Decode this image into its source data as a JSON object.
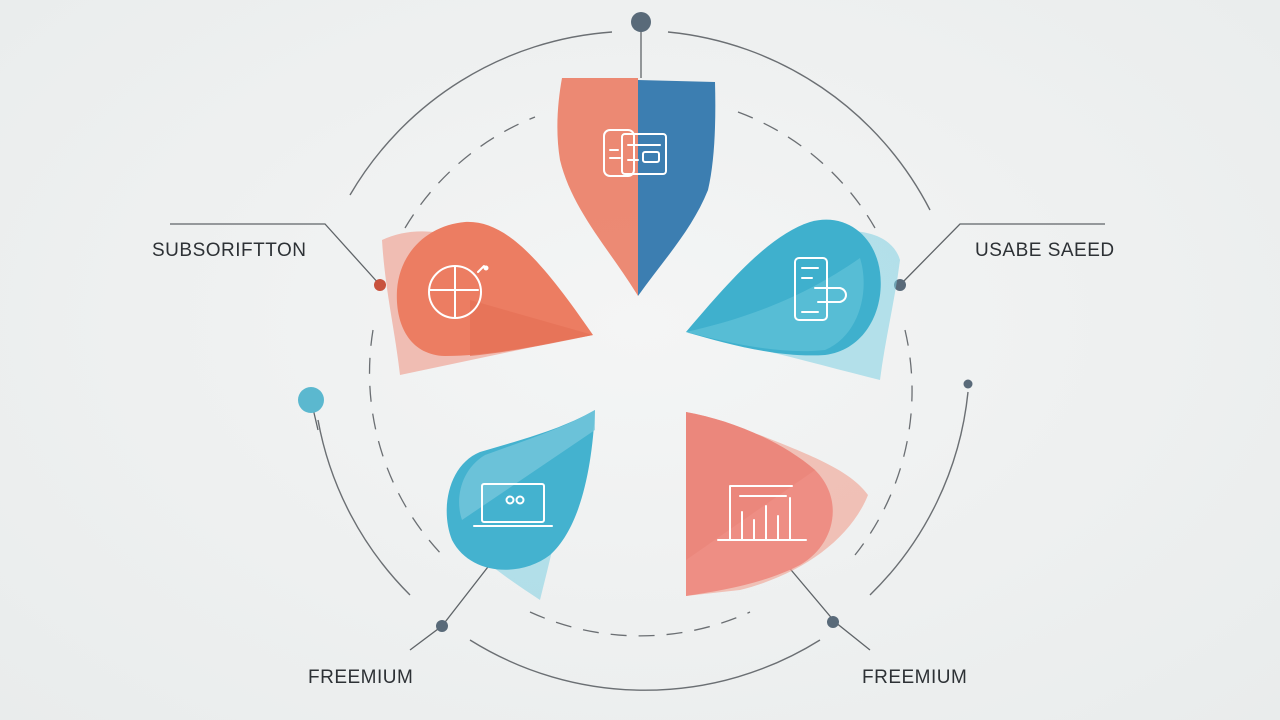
{
  "labels": {
    "top_left": "SUBSORIFTTON",
    "top_right": "USABE SAEED",
    "bottom_left": "FREEMIUM",
    "bottom_right": "FREEMIUM"
  },
  "colors": {
    "coral": "#ec8068",
    "coral_light": "#f0a090",
    "salmon": "#ee8e84",
    "blue": "#3c7eb1",
    "teal": "#3fb0cd",
    "teal_light": "#7fd0e2",
    "line": "#6b6f73",
    "dot": "#596a79",
    "dot_teal": "#5bb8cf",
    "dot_red": "#c8523d",
    "background": "#eef0f0"
  },
  "icons": {
    "top": "document-card-icon",
    "left": "pie-chart-icon",
    "right": "mobile-device-icon",
    "bottom_left": "laptop-icon",
    "bottom_right": "bar-chart-icon"
  }
}
